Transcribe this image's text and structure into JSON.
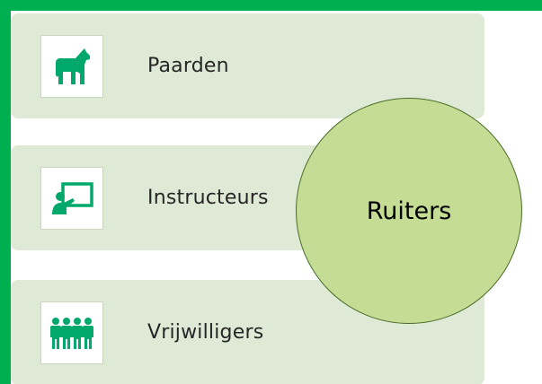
{
  "rows": [
    {
      "label": "Paarden",
      "icon": "horse-icon"
    },
    {
      "label": "Instructeurs",
      "icon": "presenter-icon"
    },
    {
      "label": "Vrijwilligers",
      "icon": "people-group-icon"
    }
  ],
  "circle": {
    "label": "Ruiters"
  },
  "colors": {
    "border": "#00b050",
    "row_fill": "#dfead6",
    "icon": "#00a86b",
    "circle_fill": "#c4dc94",
    "circle_stroke": "#4a6e2a"
  }
}
